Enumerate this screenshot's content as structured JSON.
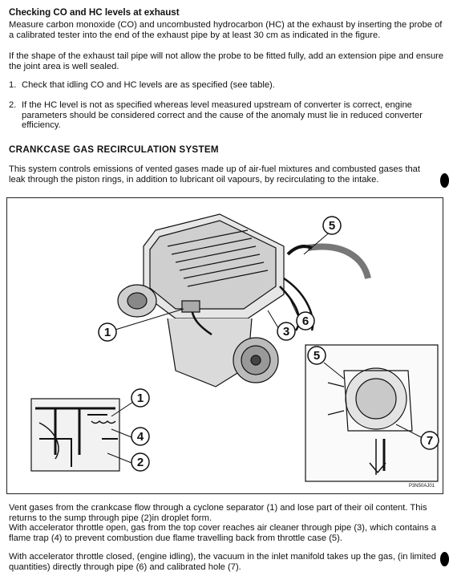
{
  "section1": {
    "heading": "Checking CO and HC levels at exhaust",
    "para1": "Measure carbon monoxide (CO) and uncombusted hydrocarbon (HC) at the exhaust by inserting the probe of a calibrated tester into the end of the exhaust pipe by at least 30 cm as indicated in the figure.",
    "para2": "If the shape of the exhaust tail pipe will not allow the probe to be fitted fully, add an extension pipe and ensure the joint area is well sealed.",
    "items": [
      {
        "num": "1.",
        "text": "Check that idling CO and HC levels are as specified (see table)."
      },
      {
        "num": "2.",
        "text": "If the HC level is not as specified whereas level measured upstream of converter is correct, engine parameters should be considered correct and the cause of the anomaly must lie in reduced converter efficiency."
      }
    ]
  },
  "section2": {
    "heading": "CRANKCASE GAS RECIRCULATION SYSTEM",
    "intro": "This system controls emissions of vented gases made up of air-fuel mixtures and combusted gases that leak through the piston rings, in addition to lubricant oil vapours, by recirculating to the intake."
  },
  "figure": {
    "callouts": [
      "1",
      "2",
      "3",
      "4",
      "5",
      "6",
      "7"
    ],
    "code": "P3N50AJ01"
  },
  "section3": {
    "para1": "Vent gases from the crankcase flow through a cyclone separator (1) and lose part of their oil content. This returns to the sump through pipe (2)in droplet form.",
    "para2": "With accelerator throttle open, gas from the top cover reaches air cleaner through pipe (3), which contains a flame trap (4) to prevent combustion due flame travelling back from throttle case (5).",
    "para3": "With accelerator throttle closed, (engine idling), the vacuum in the inlet manifold takes up the gas, (in limited quantities) directly through pipe (6) and calibrated hole (7)."
  }
}
